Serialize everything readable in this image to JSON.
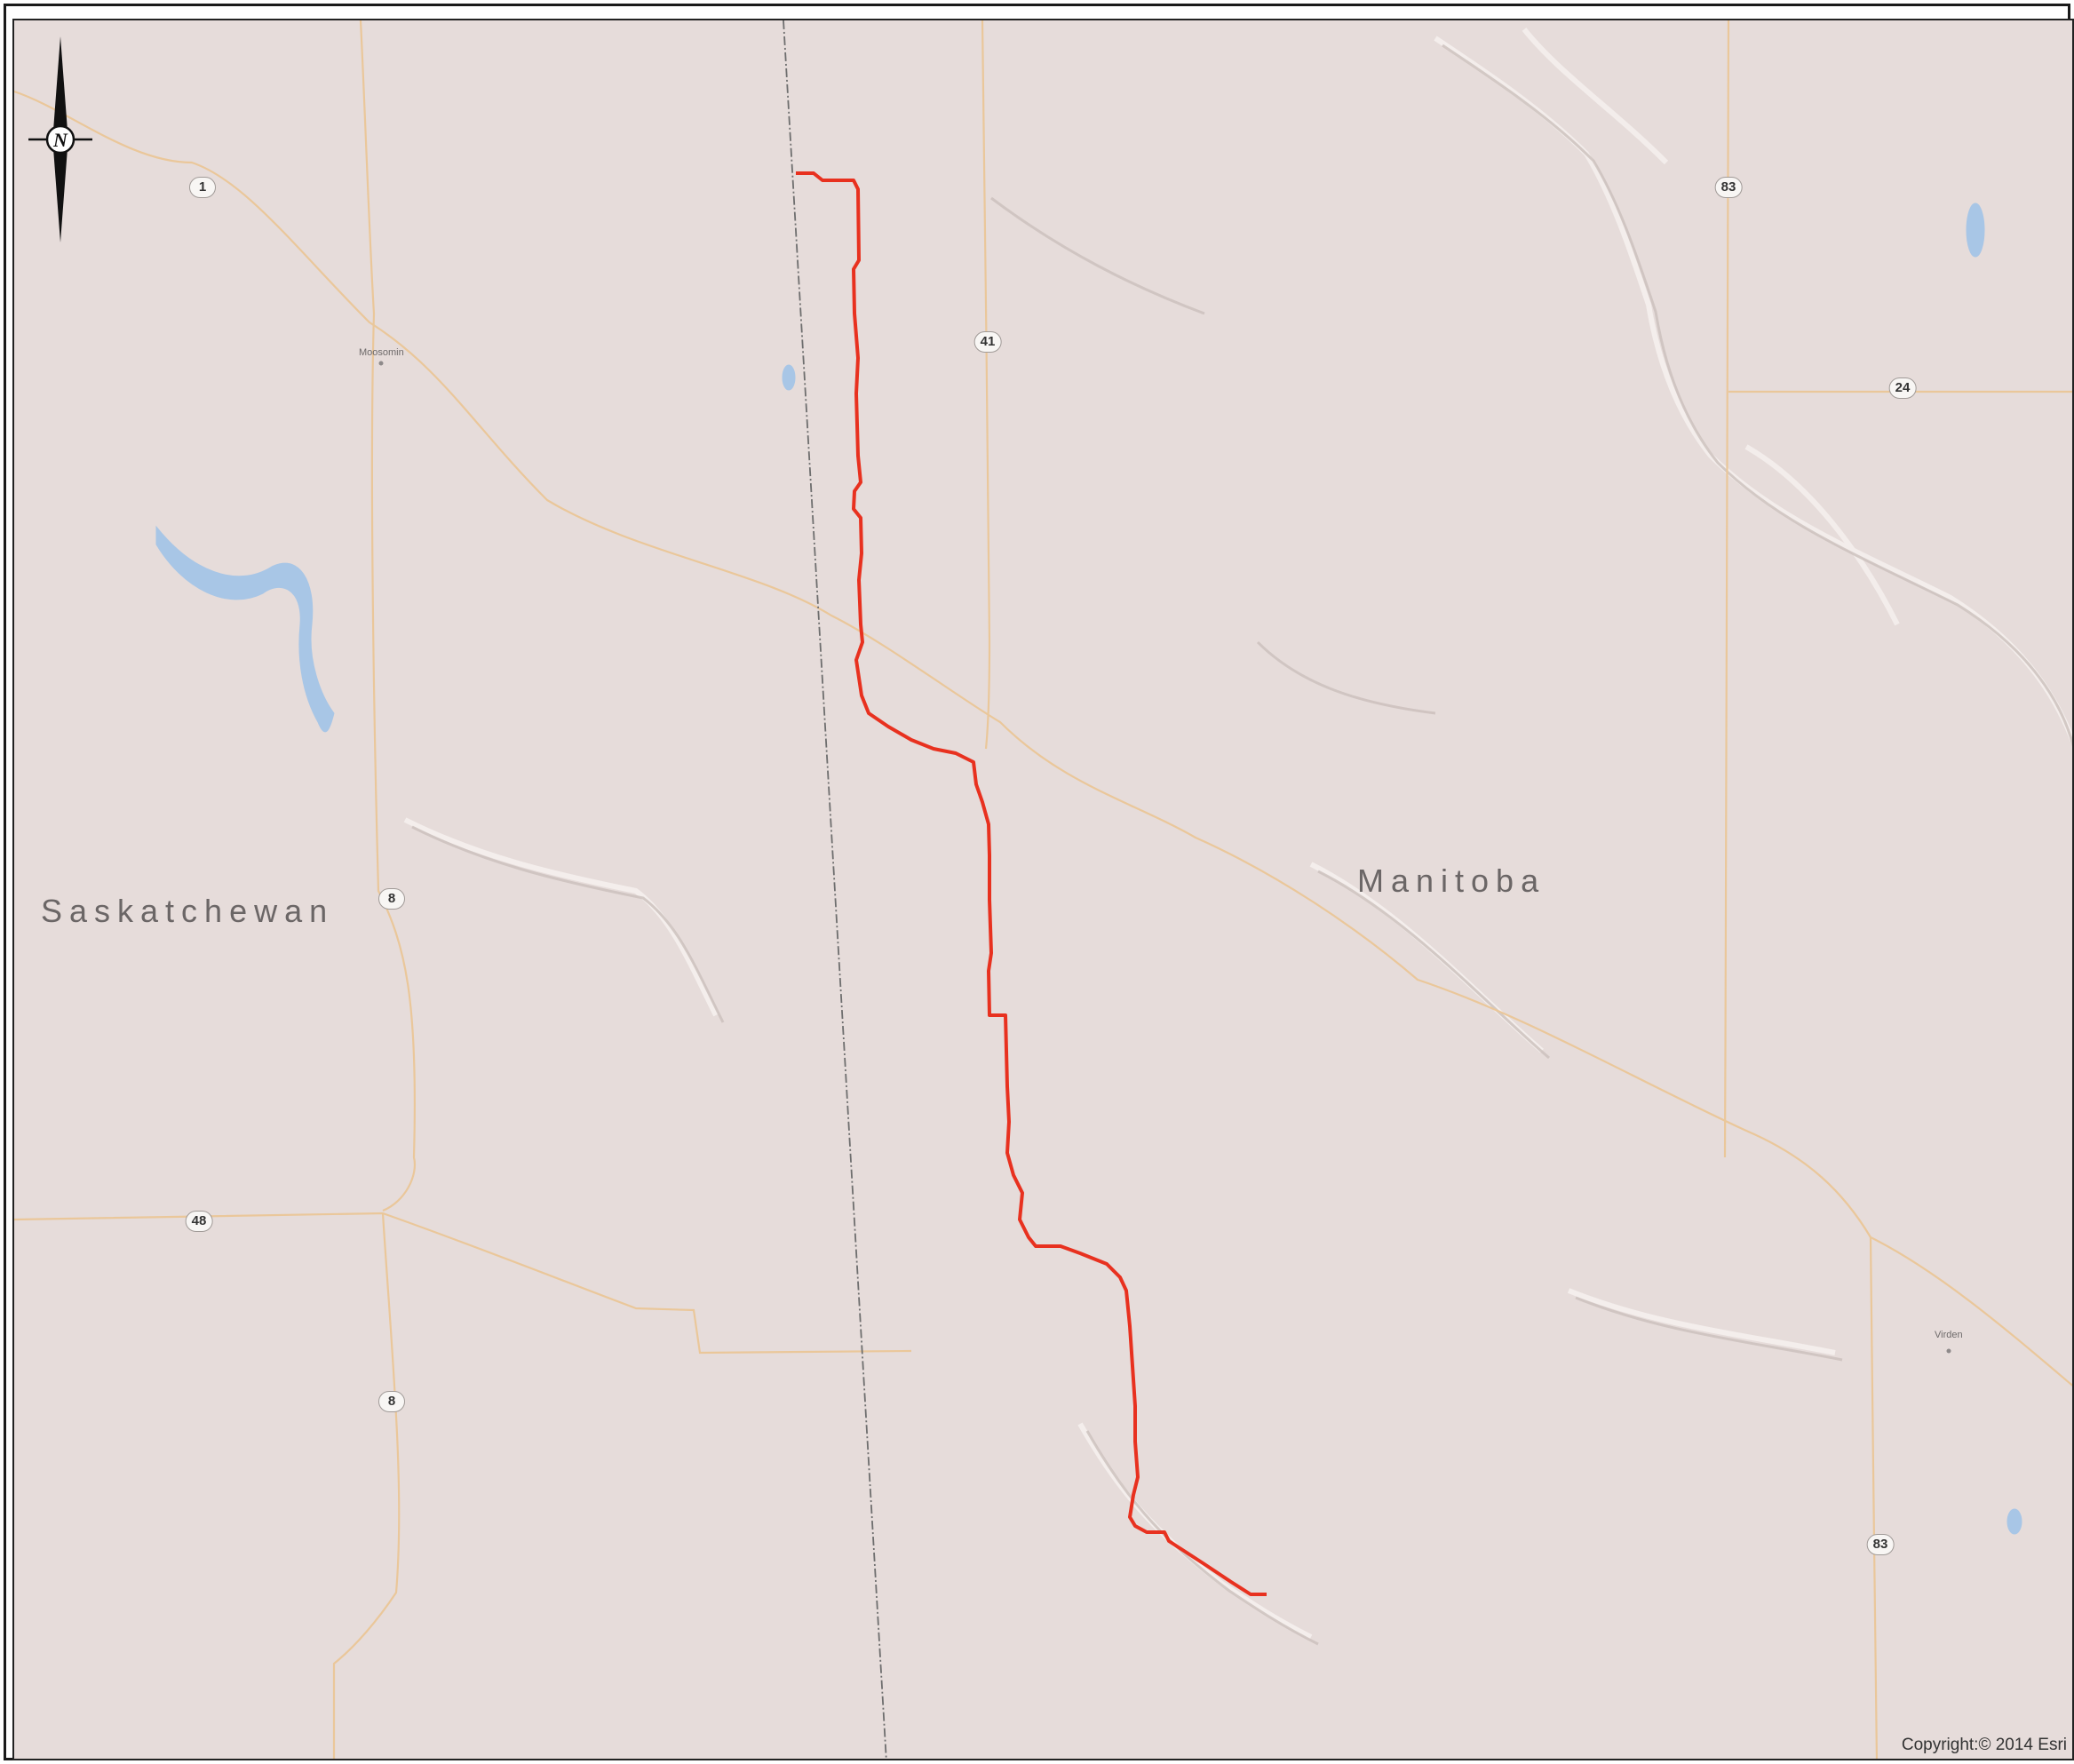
{
  "map": {
    "regions": [
      {
        "id": "saskatchewan",
        "text": "Saskatchewan"
      },
      {
        "id": "manitoba",
        "text": "Manitoba"
      }
    ],
    "towns": [
      {
        "id": "moosomin",
        "text": "Moosomin"
      },
      {
        "id": "virden",
        "text": "Virden"
      }
    ],
    "highway_shields": [
      {
        "id": "hwy-1",
        "text": "1"
      },
      {
        "id": "hwy-41",
        "text": "41"
      },
      {
        "id": "hwy-83-north",
        "text": "83"
      },
      {
        "id": "hwy-24",
        "text": "24"
      },
      {
        "id": "hwy-8-north",
        "text": "8"
      },
      {
        "id": "hwy-48",
        "text": "48"
      },
      {
        "id": "hwy-8-south",
        "text": "8"
      },
      {
        "id": "hwy-83-south",
        "text": "83"
      }
    ],
    "north_arrow_letter": "N",
    "copyright": "Copyright:© 2014 Esri",
    "colors": {
      "background": "#e6dcda",
      "route": "#e8311f",
      "roads": "#eac79a",
      "water": "#a8c6e6",
      "provincial_border": "#6e6e6e"
    }
  }
}
